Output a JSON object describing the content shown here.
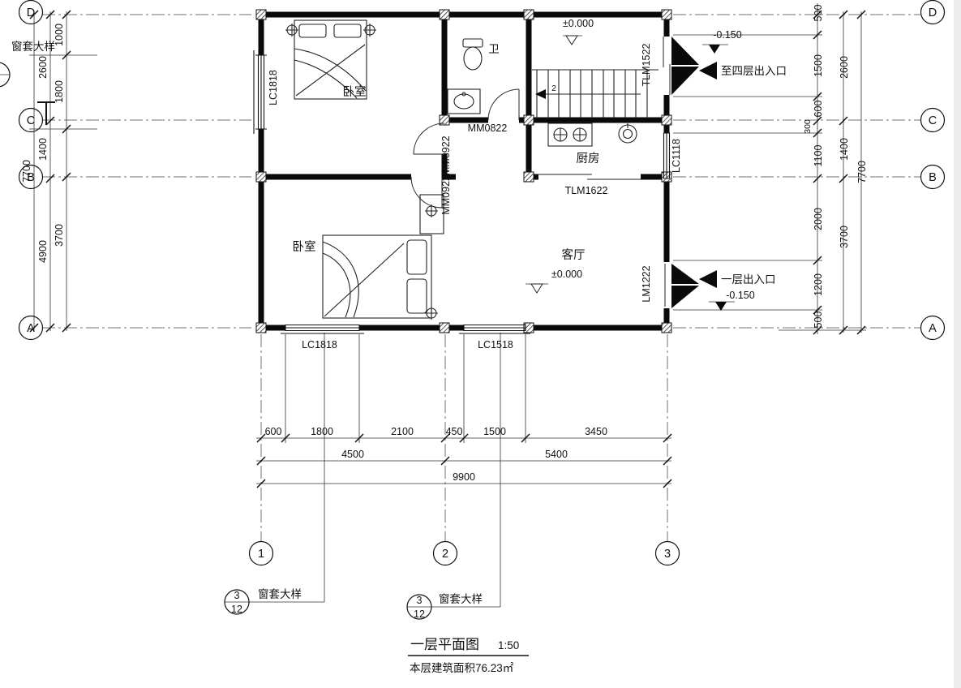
{
  "drawing": {
    "title": "一层平面图",
    "scale": "1:50",
    "area_note": "本层建筑面积76.23㎡"
  },
  "grid": {
    "rows": [
      "D",
      "C",
      "B",
      "A"
    ],
    "cols": [
      "1",
      "2",
      "3"
    ]
  },
  "rooms": {
    "bedroom": "卧室",
    "bath": "卫",
    "kitchen": "厨房",
    "living": "客厅"
  },
  "openings": {
    "lc1818": "LC1818",
    "lc1518": "LC1518",
    "lc1118": "LC1118",
    "mm0822": "MM0822",
    "mm0922_pair": "MM0922MM0922",
    "tlm1522": "TLM1522",
    "tlm1622": "TLM1622",
    "lm1222": "LM1222"
  },
  "levels": {
    "zero": "±0.000",
    "minus150": "-0.150"
  },
  "annotations": {
    "entry_upper": "至四层出入口",
    "entry_ground": "一层出入口",
    "window_detail": "窗套大样",
    "stair_run": "2",
    "detail_num": "3",
    "detail_den": "12"
  },
  "dims": {
    "left": [
      "2600",
      "1000",
      "1800",
      "1400",
      "7700",
      "4900",
      "3700"
    ],
    "right": [
      "500",
      "1500",
      "600",
      "300",
      "1100",
      "2000",
      "1200",
      "500",
      "2600",
      "1400",
      "3700",
      "7700"
    ],
    "bottom_inner": [
      "600",
      "1800",
      "2100",
      "450",
      "1500",
      "3450"
    ],
    "bottom_mid": [
      "4500",
      "5400"
    ],
    "bottom_total": [
      "9900"
    ]
  }
}
